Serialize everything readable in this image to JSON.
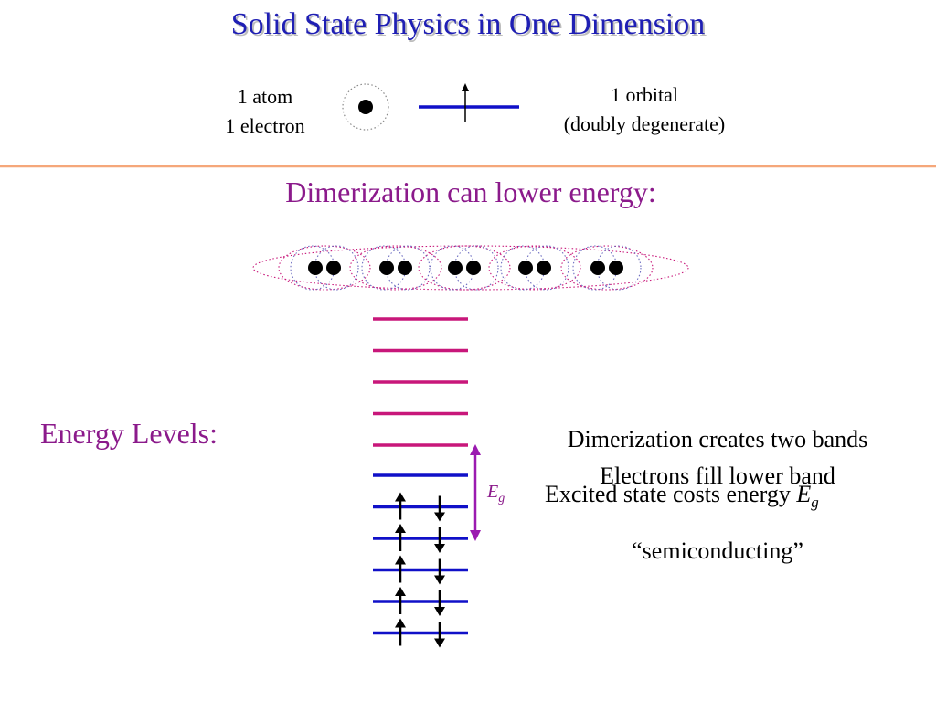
{
  "title": "Solid State Physics in One Dimension",
  "atom": {
    "line1": "1 atom",
    "line2": "1 electron"
  },
  "orbital": {
    "line1": "1 orbital",
    "line2": "(doubly degenerate)"
  },
  "dimerization_heading": "Dimerization can lower energy:",
  "energy_levels_label": "Energy Levels:",
  "gap_label": {
    "symbol": "E",
    "subscript": "g"
  },
  "notes": {
    "line1": "Dimerization creates two bands",
    "line2": "Electrons fill lower band",
    "line3_text": "Excited state costs energy ",
    "line3_symbol": "E",
    "line3_subscript": "g",
    "line4": "“semiconducting”"
  },
  "colors": {
    "title": "#1f1fb4",
    "divider": "#f5a77a",
    "upper_band": "#c8177a",
    "lower_band": "#1010c8",
    "purple_text": "#8b1a8b",
    "gap_arrow": "#9b1ab0"
  },
  "bands": {
    "upper_levels": 5,
    "lower_levels": 6,
    "filled_lower_levels": 5
  }
}
